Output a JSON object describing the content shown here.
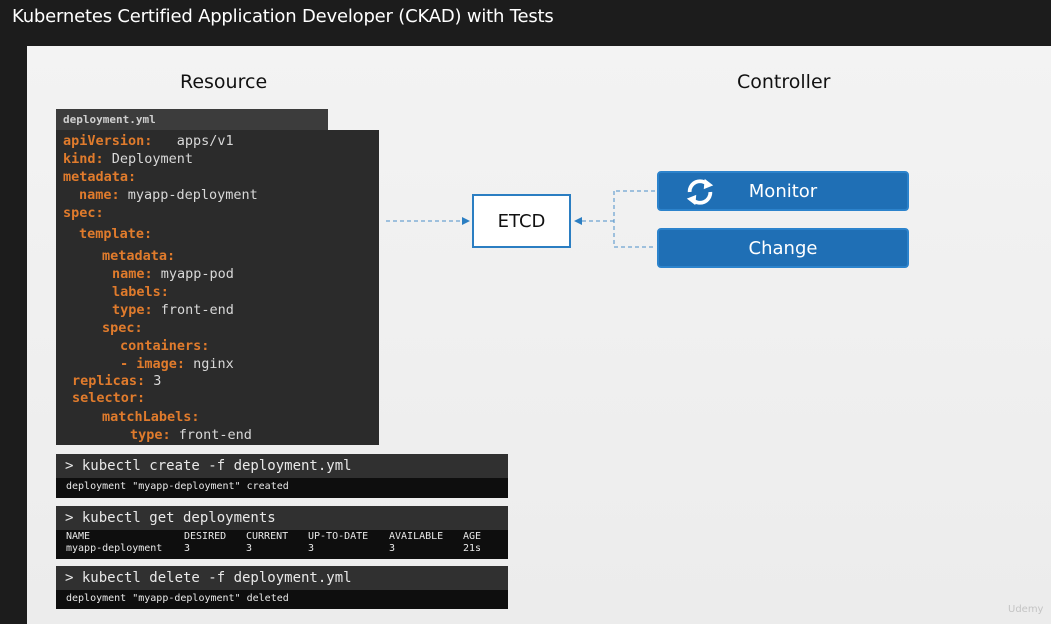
{
  "window": {
    "title": "Kubernetes Certified Application Developer (CKAD) with Tests"
  },
  "headings": {
    "resource": "Resource",
    "controller": "Controller"
  },
  "file": {
    "name": "deployment.yml"
  },
  "code_lines": [
    {
      "key": "apiVersion:",
      "val": "   apps/v1"
    },
    {
      "key": "kind:",
      "val": " Deployment"
    },
    {
      "key": "metadata:",
      "val": ""
    },
    {
      "key": "name:",
      "val": " myapp-deployment"
    },
    {
      "key": "spec:",
      "val": ""
    },
    {
      "key": "template:",
      "val": ""
    },
    {
      "key": "metadata:",
      "val": ""
    },
    {
      "key": "name:",
      "val": " myapp-pod"
    },
    {
      "key": "labels:",
      "val": ""
    },
    {
      "key": "type:",
      "val": " front-end"
    },
    {
      "key": "spec:",
      "val": ""
    },
    {
      "key": "containers:",
      "val": ""
    },
    {
      "key": "- image:",
      "val": " nginx"
    },
    {
      "key": "replicas:",
      "val": " 3"
    },
    {
      "key": "selector:",
      "val": ""
    },
    {
      "key": "matchLabels:",
      "val": ""
    },
    {
      "key": "type:",
      "val": " front-end"
    }
  ],
  "terminals": {
    "create": {
      "command": "> kubectl create -f deployment.yml",
      "output": "deployment \"myapp-deployment\" created"
    },
    "get": {
      "command": "> kubectl get deployments",
      "headers": [
        "NAME",
        "DESIRED",
        "CURRENT",
        "UP-TO-DATE",
        "AVAILABLE",
        "AGE"
      ],
      "row": [
        "myapp-deployment",
        "3",
        "3",
        "3",
        "3",
        "21s"
      ]
    },
    "delete": {
      "command": "> kubectl delete -f deployment.yml",
      "output": "deployment \"myapp-deployment\" deleted"
    }
  },
  "diagram": {
    "etcd_label": "ETCD",
    "monitor_label": "Monitor",
    "change_label": "Change",
    "icon": "sync-icon",
    "colors": {
      "accent": "#1f6fb5",
      "key": "#e07b2c",
      "border": "#2b7ec2"
    }
  },
  "watermark": "Udemy"
}
